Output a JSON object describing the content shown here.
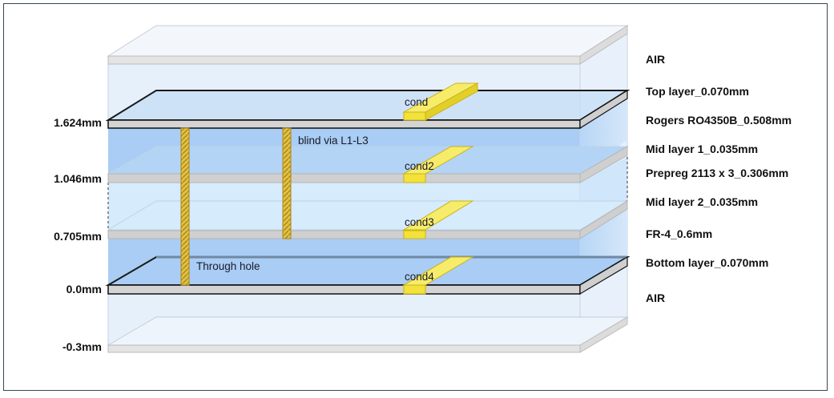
{
  "diagram": {
    "height_labels": [
      "1.624mm",
      "1.046mm",
      "0.705mm",
      "0.0mm",
      "-0.3mm"
    ],
    "layer_labels": [
      "AIR",
      "Top layer_0.070mm",
      "Rogers RO4350B_0.508mm",
      "Mid layer 1_0.035mm",
      "Prepreg 2113 x 3_0.306mm",
      "Mid layer 2_0.035mm",
      "FR-4_0.6mm",
      "Bottom layer_0.070mm",
      "AIR"
    ],
    "conductors": [
      "cond",
      "cond2",
      "cond3",
      "cond4"
    ],
    "vias": {
      "blind": "blind via L1-L3",
      "through": "Through hole"
    },
    "colors": {
      "air": "#e6f0fb",
      "rogers": "#a9cdf4",
      "prepreg": "#d6ebfb",
      "fr4": "#a9cdf4",
      "conductor": "#f2e23a",
      "via": "#d9b93a",
      "border": "#3a4556"
    }
  }
}
